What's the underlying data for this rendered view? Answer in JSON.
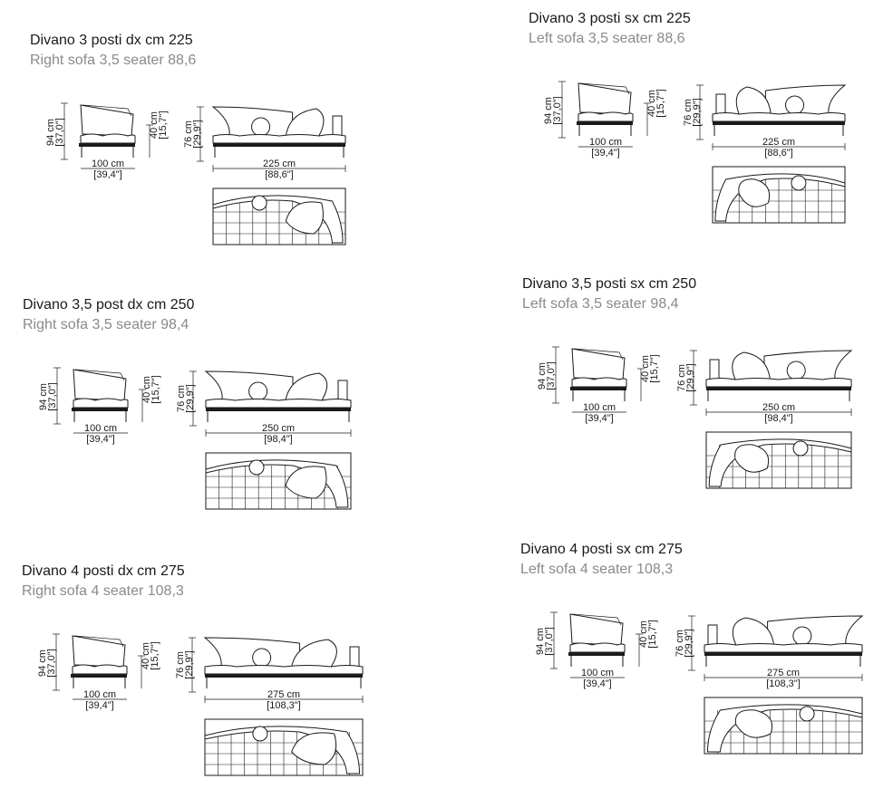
{
  "sofas": [
    {
      "title": "Divano 3 posti dx cm 225",
      "subtitle": "Right sofa 3,5 seater 88,6",
      "side": "dx",
      "depth_cm": "100 cm",
      "depth_in": "[39,4\"]",
      "height_cm": "94 cm",
      "height_in": "[37,0\"]",
      "seat_cm": "40 cm",
      "seat_in": "[15,7\"]",
      "back_cm": "76 cm",
      "back_in": "[29,9\"]",
      "width_cm": "225 cm",
      "width_in": "[88,6\"]"
    },
    {
      "title": "Divano 3 posti sx cm 225",
      "subtitle": "Left sofa 3,5 seater 88,6",
      "side": "sx",
      "depth_cm": "100 cm",
      "depth_in": "[39,4\"]",
      "height_cm": "94 cm",
      "height_in": "[37,0\"]",
      "seat_cm": "40 cm",
      "seat_in": "[15,7\"]",
      "back_cm": "76 cm",
      "back_in": "[29,9\"]",
      "width_cm": "225 cm",
      "width_in": "[88,6\"]"
    },
    {
      "title": "Divano 3,5 post dx cm 250",
      "subtitle": "Right sofa 3,5 seater 98,4",
      "side": "dx",
      "depth_cm": "100 cm",
      "depth_in": "[39,4\"]",
      "height_cm": "94 cm",
      "height_in": "[37,0\"]",
      "seat_cm": "40 cm",
      "seat_in": "[15,7\"]",
      "back_cm": "76 cm",
      "back_in": "[29,9\"]",
      "width_cm": "250 cm",
      "width_in": "[98,4\"]"
    },
    {
      "title": "Divano 3,5 posti sx cm 250",
      "subtitle": "Left sofa 3,5 seater 98,4",
      "side": "sx",
      "depth_cm": "100 cm",
      "depth_in": "[39,4\"]",
      "height_cm": "94 cm",
      "height_in": "[37,0\"]",
      "seat_cm": "40 cm",
      "seat_in": "[15,7\"]",
      "back_cm": "76 cm",
      "back_in": "[29,9\"]",
      "width_cm": "250 cm",
      "width_in": "[98,4\"]"
    },
    {
      "title": "Divano 4 posti dx cm 275",
      "subtitle": "Right sofa 4 seater 108,3",
      "side": "dx",
      "depth_cm": "100 cm",
      "depth_in": "[39,4\"]",
      "height_cm": "94 cm",
      "height_in": "[37,0\"]",
      "seat_cm": "40 cm",
      "seat_in": "[15,7\"]",
      "back_cm": "76 cm",
      "back_in": "[29,9\"]",
      "width_cm": "275 cm",
      "width_in": "[108,3\"]"
    },
    {
      "title": "Divano 4 posti sx cm 275",
      "subtitle": "Left sofa 4 seater 108,3",
      "side": "sx",
      "depth_cm": "100 cm",
      "depth_in": "[39,4\"]",
      "height_cm": "94 cm",
      "height_in": "[37,0\"]",
      "seat_cm": "40 cm",
      "seat_in": "[15,7\"]",
      "back_cm": "76 cm",
      "back_in": "[29,9\"]",
      "width_cm": "275 cm",
      "width_in": "[108,3\"]"
    }
  ]
}
